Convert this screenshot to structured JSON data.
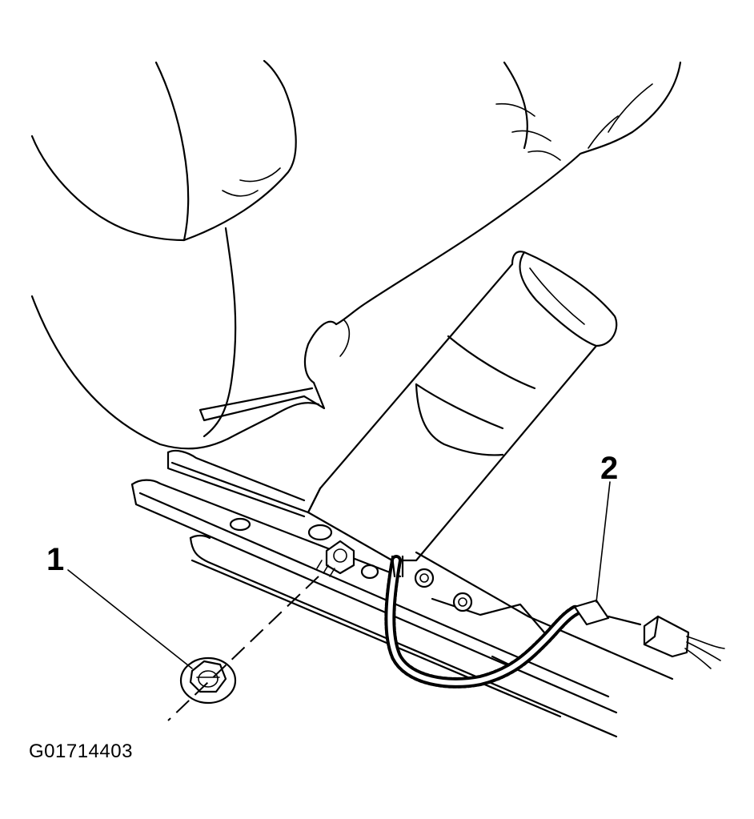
{
  "figure": {
    "code": "G01714403",
    "callouts": [
      {
        "number": "1",
        "part": "nut"
      },
      {
        "number": "2",
        "part": "connector"
      }
    ]
  }
}
